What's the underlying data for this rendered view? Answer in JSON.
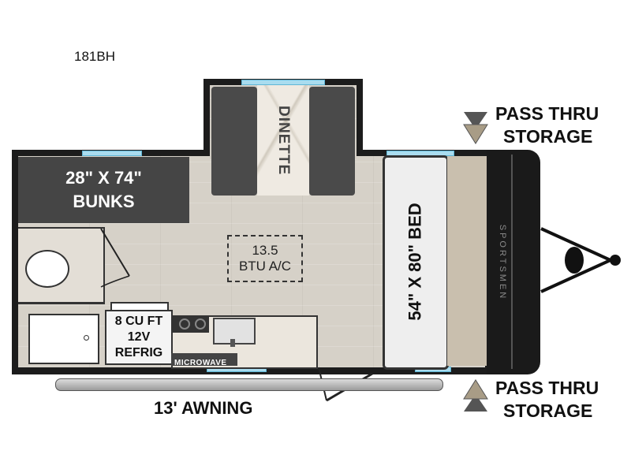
{
  "model": "181BH",
  "rooms": {
    "bunks": [
      "28\" X 74\"",
      "BUNKS"
    ],
    "dinette": "DINETTE",
    "bed": "54\" X 80\" BED",
    "ac": [
      "13.5",
      "BTU A/C"
    ],
    "fridge": [
      "8 CU FT",
      "12V",
      "REFRIG"
    ],
    "microwave": "MICROWAVE"
  },
  "brand": "SPORTSMEN",
  "awning": "13' AWNING",
  "storage_top": [
    "PASS THRU",
    "STORAGE"
  ],
  "storage_bottom": [
    "PASS THRU",
    "STORAGE"
  ]
}
